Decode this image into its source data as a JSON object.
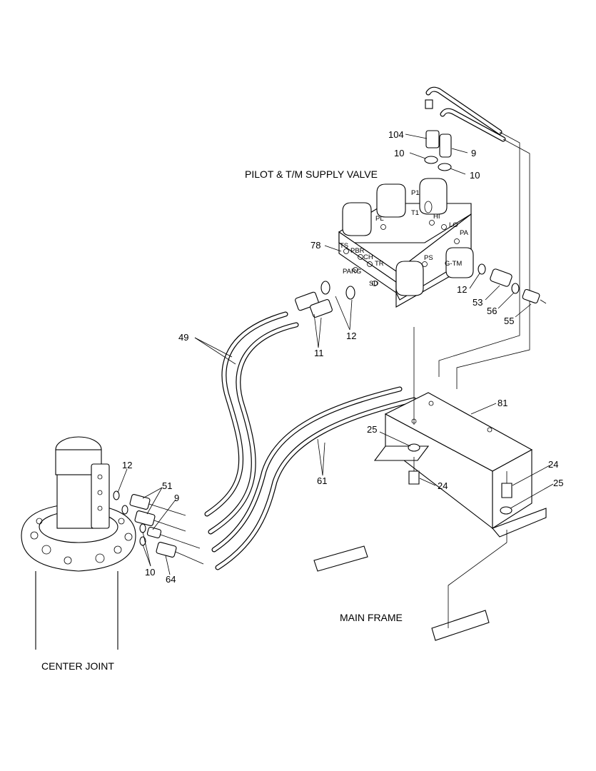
{
  "captions": {
    "valve": "PILOT & T/M SUPPLY VALVE",
    "main_frame": "MAIN FRAME",
    "center_joint": "CENTER JOINT"
  },
  "ports": {
    "p1": "P1",
    "t1": "T1",
    "hi": "HI",
    "lo": "LO",
    "pa": "PA",
    "pl": "PL",
    "ts": "TS",
    "pbr": "PBR",
    "ch": "CH",
    "parg": "PARG",
    "tr": "TR",
    "sd": "SD",
    "ps": "PS",
    "gtm": "G-TM"
  },
  "callouts": {
    "n104": "104",
    "n9a": "9",
    "n10a": "10",
    "n10b": "10",
    "n78": "78",
    "n12a": "12",
    "n53": "53",
    "n56": "56",
    "n55": "55",
    "n49": "49",
    "n11": "11",
    "n12b": "12",
    "n81": "81",
    "n25a": "25",
    "n24a": "24",
    "n24b": "24",
    "n25b": "25",
    "n61": "61",
    "n12c": "12",
    "n51": "51",
    "n9b": "9",
    "n10c": "10",
    "n64": "64"
  }
}
